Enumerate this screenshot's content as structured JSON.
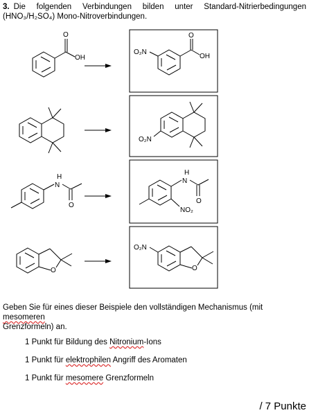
{
  "intro": {
    "number": "3.",
    "line1": "Die folgenden Verbindungen bilden unter Standard-Nitrierbedingungen",
    "line2": "(HNO₃/H₂SO₄) Mono-Nitroverbindungen."
  },
  "atoms": {
    "o": "O",
    "oh": "OH",
    "no2_left": "O₂N",
    "no2_right": "NO₂",
    "h": "H",
    "n": "N"
  },
  "task": {
    "line1": "Geben Sie für eines dieser Beispiele den vollständigen Mechanismus (mit ",
    "line1_marked": "mesomeren",
    "line2": "Grenzformeln) an."
  },
  "points": [
    {
      "before": "1 Punkt für Bildung des ",
      "marked": "Nitronium",
      "after": "-Ions"
    },
    {
      "before": "1 Punkt für ",
      "marked": "elektrophilen",
      "after": " Angriff des Aromaten"
    },
    {
      "before": "1 Punkt für ",
      "marked": "mesomere",
      "after": " Grenzformeln"
    }
  ],
  "total": "/ 7 Punkte"
}
